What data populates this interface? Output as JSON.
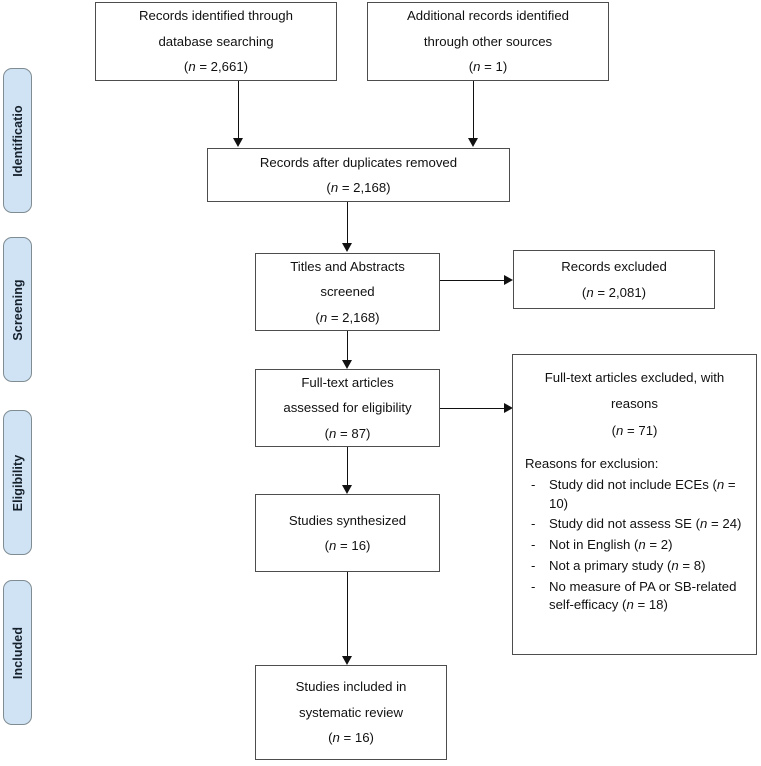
{
  "diagram": {
    "title": "PRISMA flow diagram",
    "stages": [
      {
        "id": "identification",
        "label": "Identificatio"
      },
      {
        "id": "screening",
        "label": "Screening"
      },
      {
        "id": "eligibility",
        "label": "Eligibility"
      },
      {
        "id": "included",
        "label": "Included"
      }
    ],
    "boxes": {
      "database_search": {
        "line1": "Records identified through",
        "line2": "database searching",
        "count_prefix": "(",
        "count_n": "n",
        "count_value": " = 2,661)"
      },
      "other_sources": {
        "line1": "Additional records identified",
        "line2": "through other sources",
        "count_prefix": "(",
        "count_n": "n",
        "count_value": " = 1)"
      },
      "duplicates_removed": {
        "line1": "Records after duplicates removed",
        "count_prefix": "(",
        "count_n": "n",
        "count_value": " = 2,168)"
      },
      "titles_screened": {
        "line1": "Titles and Abstracts",
        "line2": "screened",
        "count_prefix": "(",
        "count_n": "n",
        "count_value": " = 2,168)"
      },
      "records_excluded": {
        "line1": "Records excluded",
        "count_prefix": "(",
        "count_n": "n",
        "count_value": " = 2,081)"
      },
      "fulltext_assessed": {
        "line1": "Full-text articles",
        "line2": "assessed for eligibility",
        "count_prefix": "(",
        "count_n": "n",
        "count_value": " = 87)"
      },
      "fulltext_excluded": {
        "line1": "Full-text articles excluded, with",
        "line2": "reasons",
        "count_prefix": "(",
        "count_n": "n",
        "count_value": " = 71)",
        "reasons_heading": "Reasons for exclusion:",
        "bullet_marker": "-",
        "reasons": [
          {
            "text_before": "Study did not include ECEs (",
            "n": "n",
            "text_after": " = 10)"
          },
          {
            "text_before": "Study did not assess SE (",
            "n": "n",
            "text_after": " = 24)"
          },
          {
            "text_before": "Not in English (",
            "n": "n",
            "text_after": " = 2)"
          },
          {
            "text_before": "Not a primary study (",
            "n": "n",
            "text_after": " = 8)"
          },
          {
            "text_before": "No measure of PA or SB-related self-efficacy (",
            "n": "n",
            "text_after": " = 18)"
          }
        ]
      },
      "studies_synthesized": {
        "line1": "Studies synthesized",
        "count_prefix": "(",
        "count_n": "n",
        "count_value": " = 16)"
      },
      "studies_included": {
        "line1": "Studies included in",
        "line2": "systematic review",
        "count_prefix": "(",
        "count_n": "n",
        "count_value": " = 16)"
      }
    },
    "colors": {
      "stage_fill": "#cfe3f5",
      "stage_border": "#7f8c92",
      "box_border": "#4d4d4d",
      "connector": "#111111",
      "text": "#111111",
      "background": "#ffffff"
    }
  }
}
